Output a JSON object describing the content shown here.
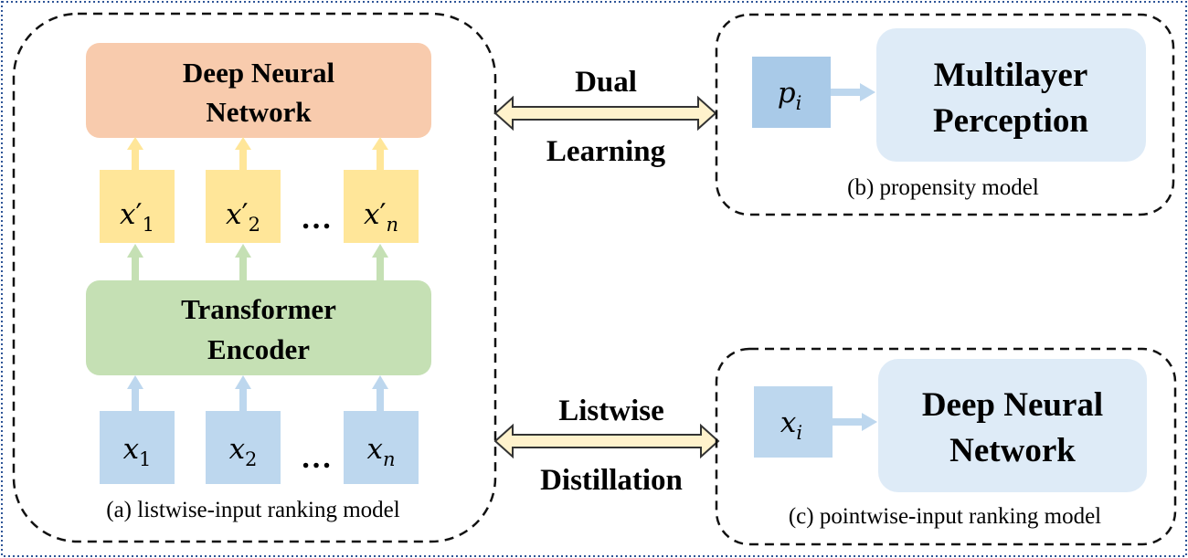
{
  "panels": {
    "a": {
      "caption": "(a) listwise-input ranking model",
      "dnn": {
        "line1": "Deep Neural",
        "line2": "Network"
      },
      "encoder": {
        "line1": "Transformer",
        "line2": "Encoder"
      },
      "outputs": [
        {
          "base": "x",
          "prime": "′",
          "sub": "1"
        },
        {
          "base": "x",
          "prime": "′",
          "sub": "2"
        },
        {
          "base": "x",
          "prime": "′",
          "sub": "n"
        }
      ],
      "inputs": [
        {
          "base": "x",
          "sub": "1"
        },
        {
          "base": "x",
          "sub": "2"
        },
        {
          "base": "x",
          "sub": "n"
        }
      ],
      "ellipsis": "…"
    },
    "b": {
      "caption": "(b) propensity model",
      "input": {
        "base": "p",
        "sub": "i"
      },
      "mlp": {
        "line1": "Multilayer",
        "line2": "Perception"
      }
    },
    "c": {
      "caption": "(c) pointwise-input ranking model",
      "input": {
        "base": "x",
        "sub": "i"
      },
      "dnn": {
        "line1": "Deep Neural",
        "line2": "Network"
      }
    }
  },
  "links": {
    "top": {
      "line1": "Dual",
      "line2": "Learning"
    },
    "bottom": {
      "line1": "Listwise",
      "line2": "Distillation"
    }
  },
  "colors": {
    "dnn_box": "#F8CBAD",
    "encoder_box": "#C5E0B4",
    "output_token": "#FFE699",
    "input_token": "#BDD7EE",
    "propensity_input": "#A9CAE8",
    "mlp_box": "#DEEBF7",
    "arrow_yellow": "#FFE699",
    "arrow_green": "#C5E0B4",
    "arrow_blue": "#BDD7EE",
    "double_arrow_fill": "#FFF2CC",
    "frame_border": "#2F5597"
  }
}
